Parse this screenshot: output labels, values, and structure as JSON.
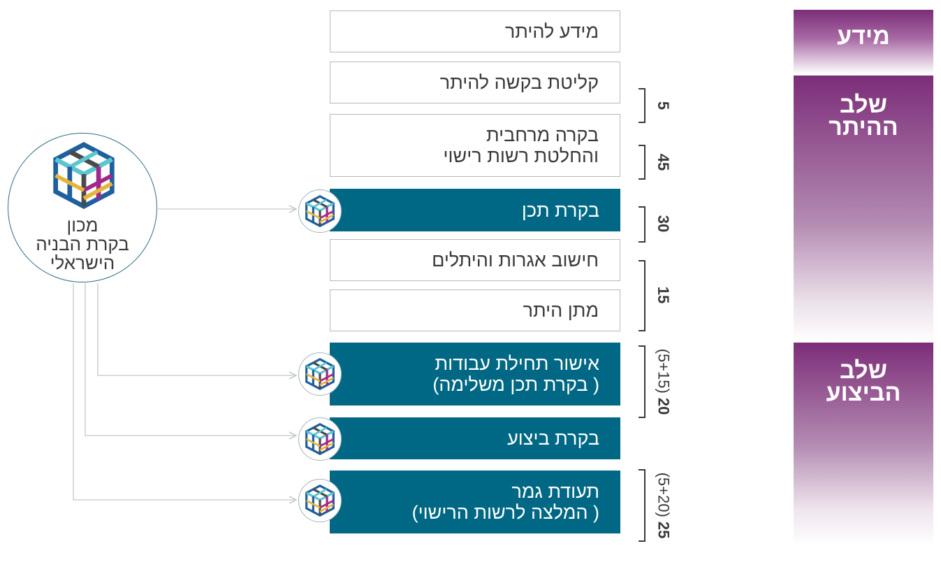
{
  "phases": {
    "info": {
      "line1": "מידע"
    },
    "permit": {
      "line1": "שלב",
      "line2": "ההיתר"
    },
    "execution": {
      "line1": "שלב",
      "line2": "הביצוע"
    }
  },
  "steps": [
    {
      "line1": "מידע להיתר"
    },
    {
      "line1": "קליטת בקשה להיתר"
    },
    {
      "line1": "בקרה מרחבית",
      "line2": "והחלטת רשות רישוי"
    },
    {
      "line1": "בקרת תכן"
    },
    {
      "line1": "חישוב אגרות והיתלים"
    },
    {
      "line1": "מתן היתר"
    },
    {
      "line1": "אישור תחילת עבודות",
      "line2": "( בקרת תכן משלימה)"
    },
    {
      "line1": "בקרת ביצוע"
    },
    {
      "line1": "תעודת גמר",
      "line2": "( המלצה לרשות הרישוי)"
    }
  ],
  "day_counts": [
    {
      "value": "5",
      "detail": ""
    },
    {
      "value": "45",
      "detail": ""
    },
    {
      "value": "30",
      "detail": ""
    },
    {
      "value": "15",
      "detail": ""
    },
    {
      "value": "20",
      "detail": "(5+15)"
    },
    {
      "value": "25",
      "detail": "(5+20)"
    }
  ],
  "institute": {
    "line1": "מכון",
    "line2": "בקרת הבניה",
    "line3": "הישראלי"
  },
  "colors": {
    "purple": "#7c2d79",
    "teal": "#006884",
    "logo_blue": "#1f5f9e",
    "logo_cyan": "#5cc6d0",
    "logo_magenta": "#a0288c",
    "logo_gold": "#e5b53a",
    "logo_gray": "#4a4a4a"
  },
  "icons": {
    "logo": "cube-logo-icon",
    "arrow": "arrow-right-icon"
  }
}
